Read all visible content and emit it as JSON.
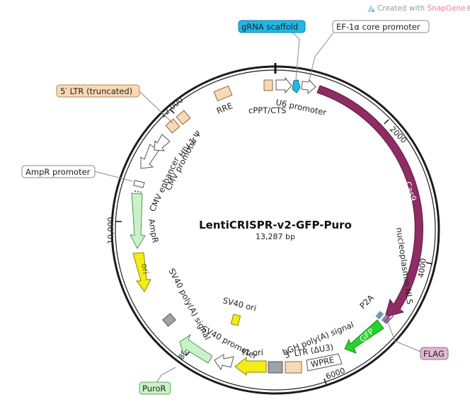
{
  "header": {
    "created_prefix": "Created with ",
    "brand": "SnapGene",
    "reg": "®"
  },
  "plasmid": {
    "name": "LentiCRISPR-v2-GFP-Puro",
    "length_label": "13,287 bp"
  },
  "ticks": [
    "2000",
    "4000",
    "6000",
    "8000",
    "10,000",
    "12,000"
  ],
  "callouts": {
    "grna": "gRNA scaffold",
    "ef1a": "EF-1α core promoter",
    "ltr5": "5′ LTR (truncated)",
    "ampr_promoter": "AmpR promoter",
    "flag": "FLAG",
    "puror": "PuroR"
  },
  "features": {
    "rre": "RRE",
    "cppt": "cPPT/CTS",
    "u6": "U6 promoter",
    "cas9": "Cas9",
    "nls": "nucleoplasmin NLS",
    "p2a": "P2A",
    "gfp": "GFP",
    "wpre": "WPRE",
    "ltr3": "3′ LTR (ΔU3)",
    "bgh": "bGH poly(A) signal",
    "f1": "f1 ori",
    "sv40p": "SV40 promoter",
    "sv40ori": "SV40 ori",
    "sv40pa": "SV40 poly(A) signal",
    "ori": "ori",
    "ampr": "AmpR",
    "cmv_enh": "CMV enhancer",
    "cmv_pro": "CMV promoter",
    "hiv": "HIV-1 Ψ"
  },
  "colors": {
    "cas9": "#8e2c63",
    "gfp": "#27d22a",
    "yellow": "#f4ec15",
    "peach": "#fad8b4",
    "mint": "#c8f2c8",
    "grey": "#9ea3a8",
    "cyan": "#23b7e6",
    "flag": "#e0b7d0"
  }
}
